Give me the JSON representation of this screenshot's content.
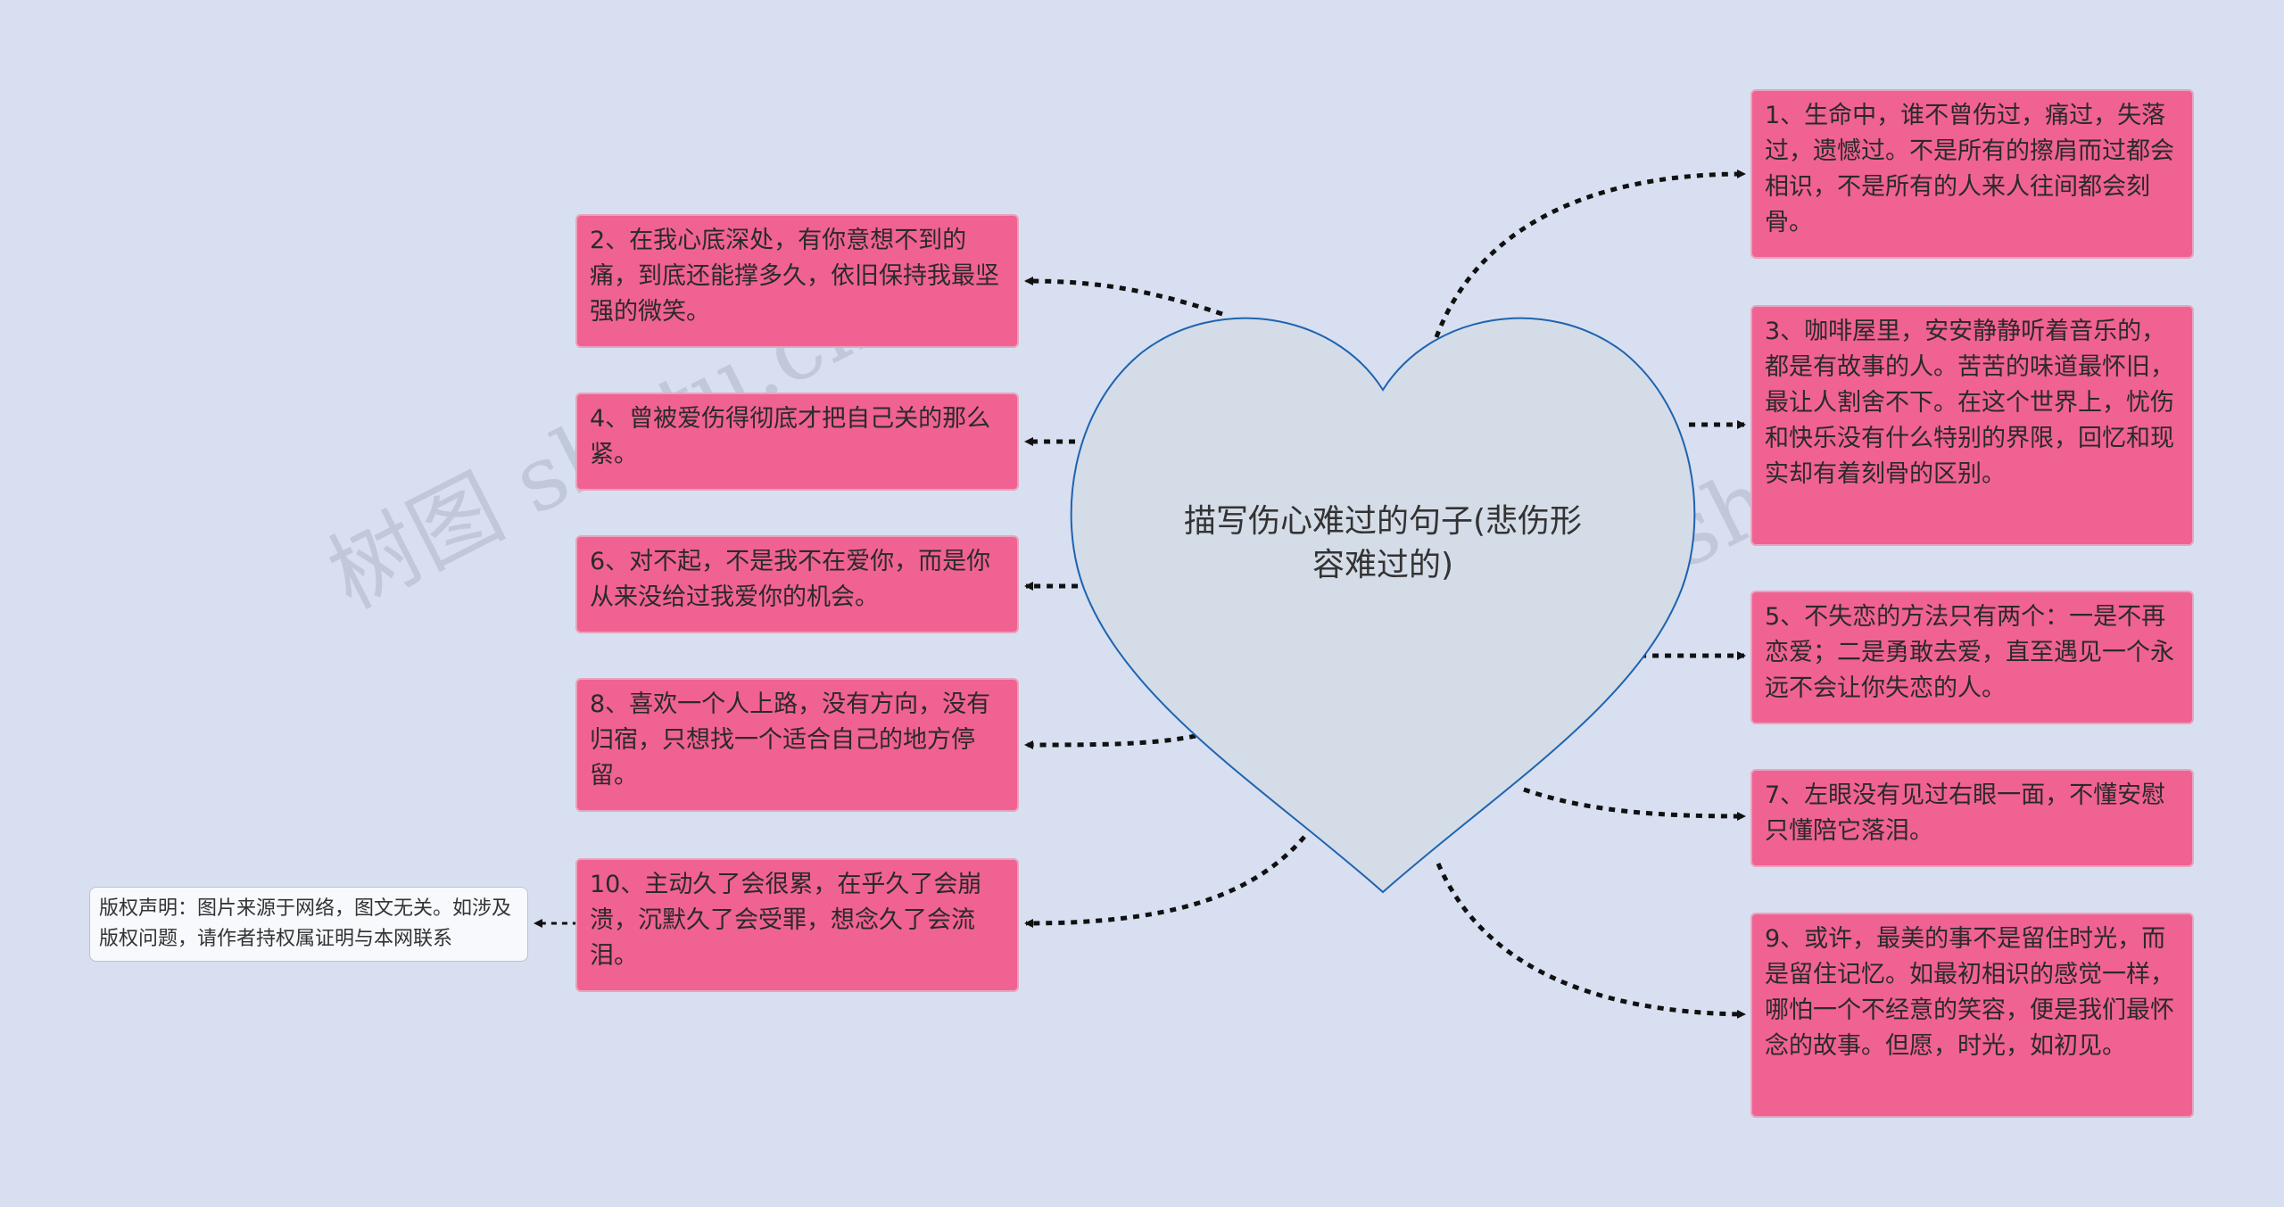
{
  "center": {
    "title": "描写伤心难过的句子(悲伤形容难过的)"
  },
  "left_nodes": [
    {
      "text": "2、在我心底深处，有你意想不到的痛，到底还能撑多久，依旧保持我最坚强的微笑。"
    },
    {
      "text": "4、曾被爱伤得彻底才把自己关的那么紧。"
    },
    {
      "text": "6、对不起，不是我不在爱你，而是你从来没给过我爱你的机会。"
    },
    {
      "text": "8、喜欢一个人上路，没有方向，没有归宿，只想找一个适合自己的地方停留。"
    },
    {
      "text": "10、主动久了会很累，在乎久了会崩溃，沉默久了会受罪，想念久了会流泪。"
    }
  ],
  "right_nodes": [
    {
      "text": "1、生命中，谁不曾伤过，痛过，失落过，遗憾过。不是所有的擦肩而过都会相识，不是所有的人来人往间都会刻骨。"
    },
    {
      "text": "3、咖啡屋里，安安静静听着音乐的，都是有故事的人。苦苦的味道最怀旧，最让人割舍不下。在这个世界上，忧伤和快乐没有什么特别的界限，回忆和现实却有着刻骨的区别。"
    },
    {
      "text": "5、不失恋的方法只有两个：一是不再恋爱；二是勇敢去爱，直至遇见一个永远不会让你失恋的人。"
    },
    {
      "text": "7、左眼没有见过右眼一面，不懂安慰只懂陪它落泪。"
    },
    {
      "text": "9、或许，最美的事不是留住时光，而是留住记忆。如最初相识的感觉一样，哪怕一个不经意的笑容，便是我们最怀念的故事。但愿，时光，如初见。"
    }
  ],
  "notice": {
    "text": "版权声明：图片来源于网络，图文无关。如涉及版权问题，请作者持权属证明与本网联系"
  },
  "watermarks": [
    "树图 shutu.cn",
    "树图 shutu.cn"
  ],
  "colors": {
    "background": "#d8dff1",
    "node_fill": "#f06292",
    "heart_fill": "#d4dce8",
    "heart_stroke": "#1e63b0",
    "connector": "#111111"
  }
}
